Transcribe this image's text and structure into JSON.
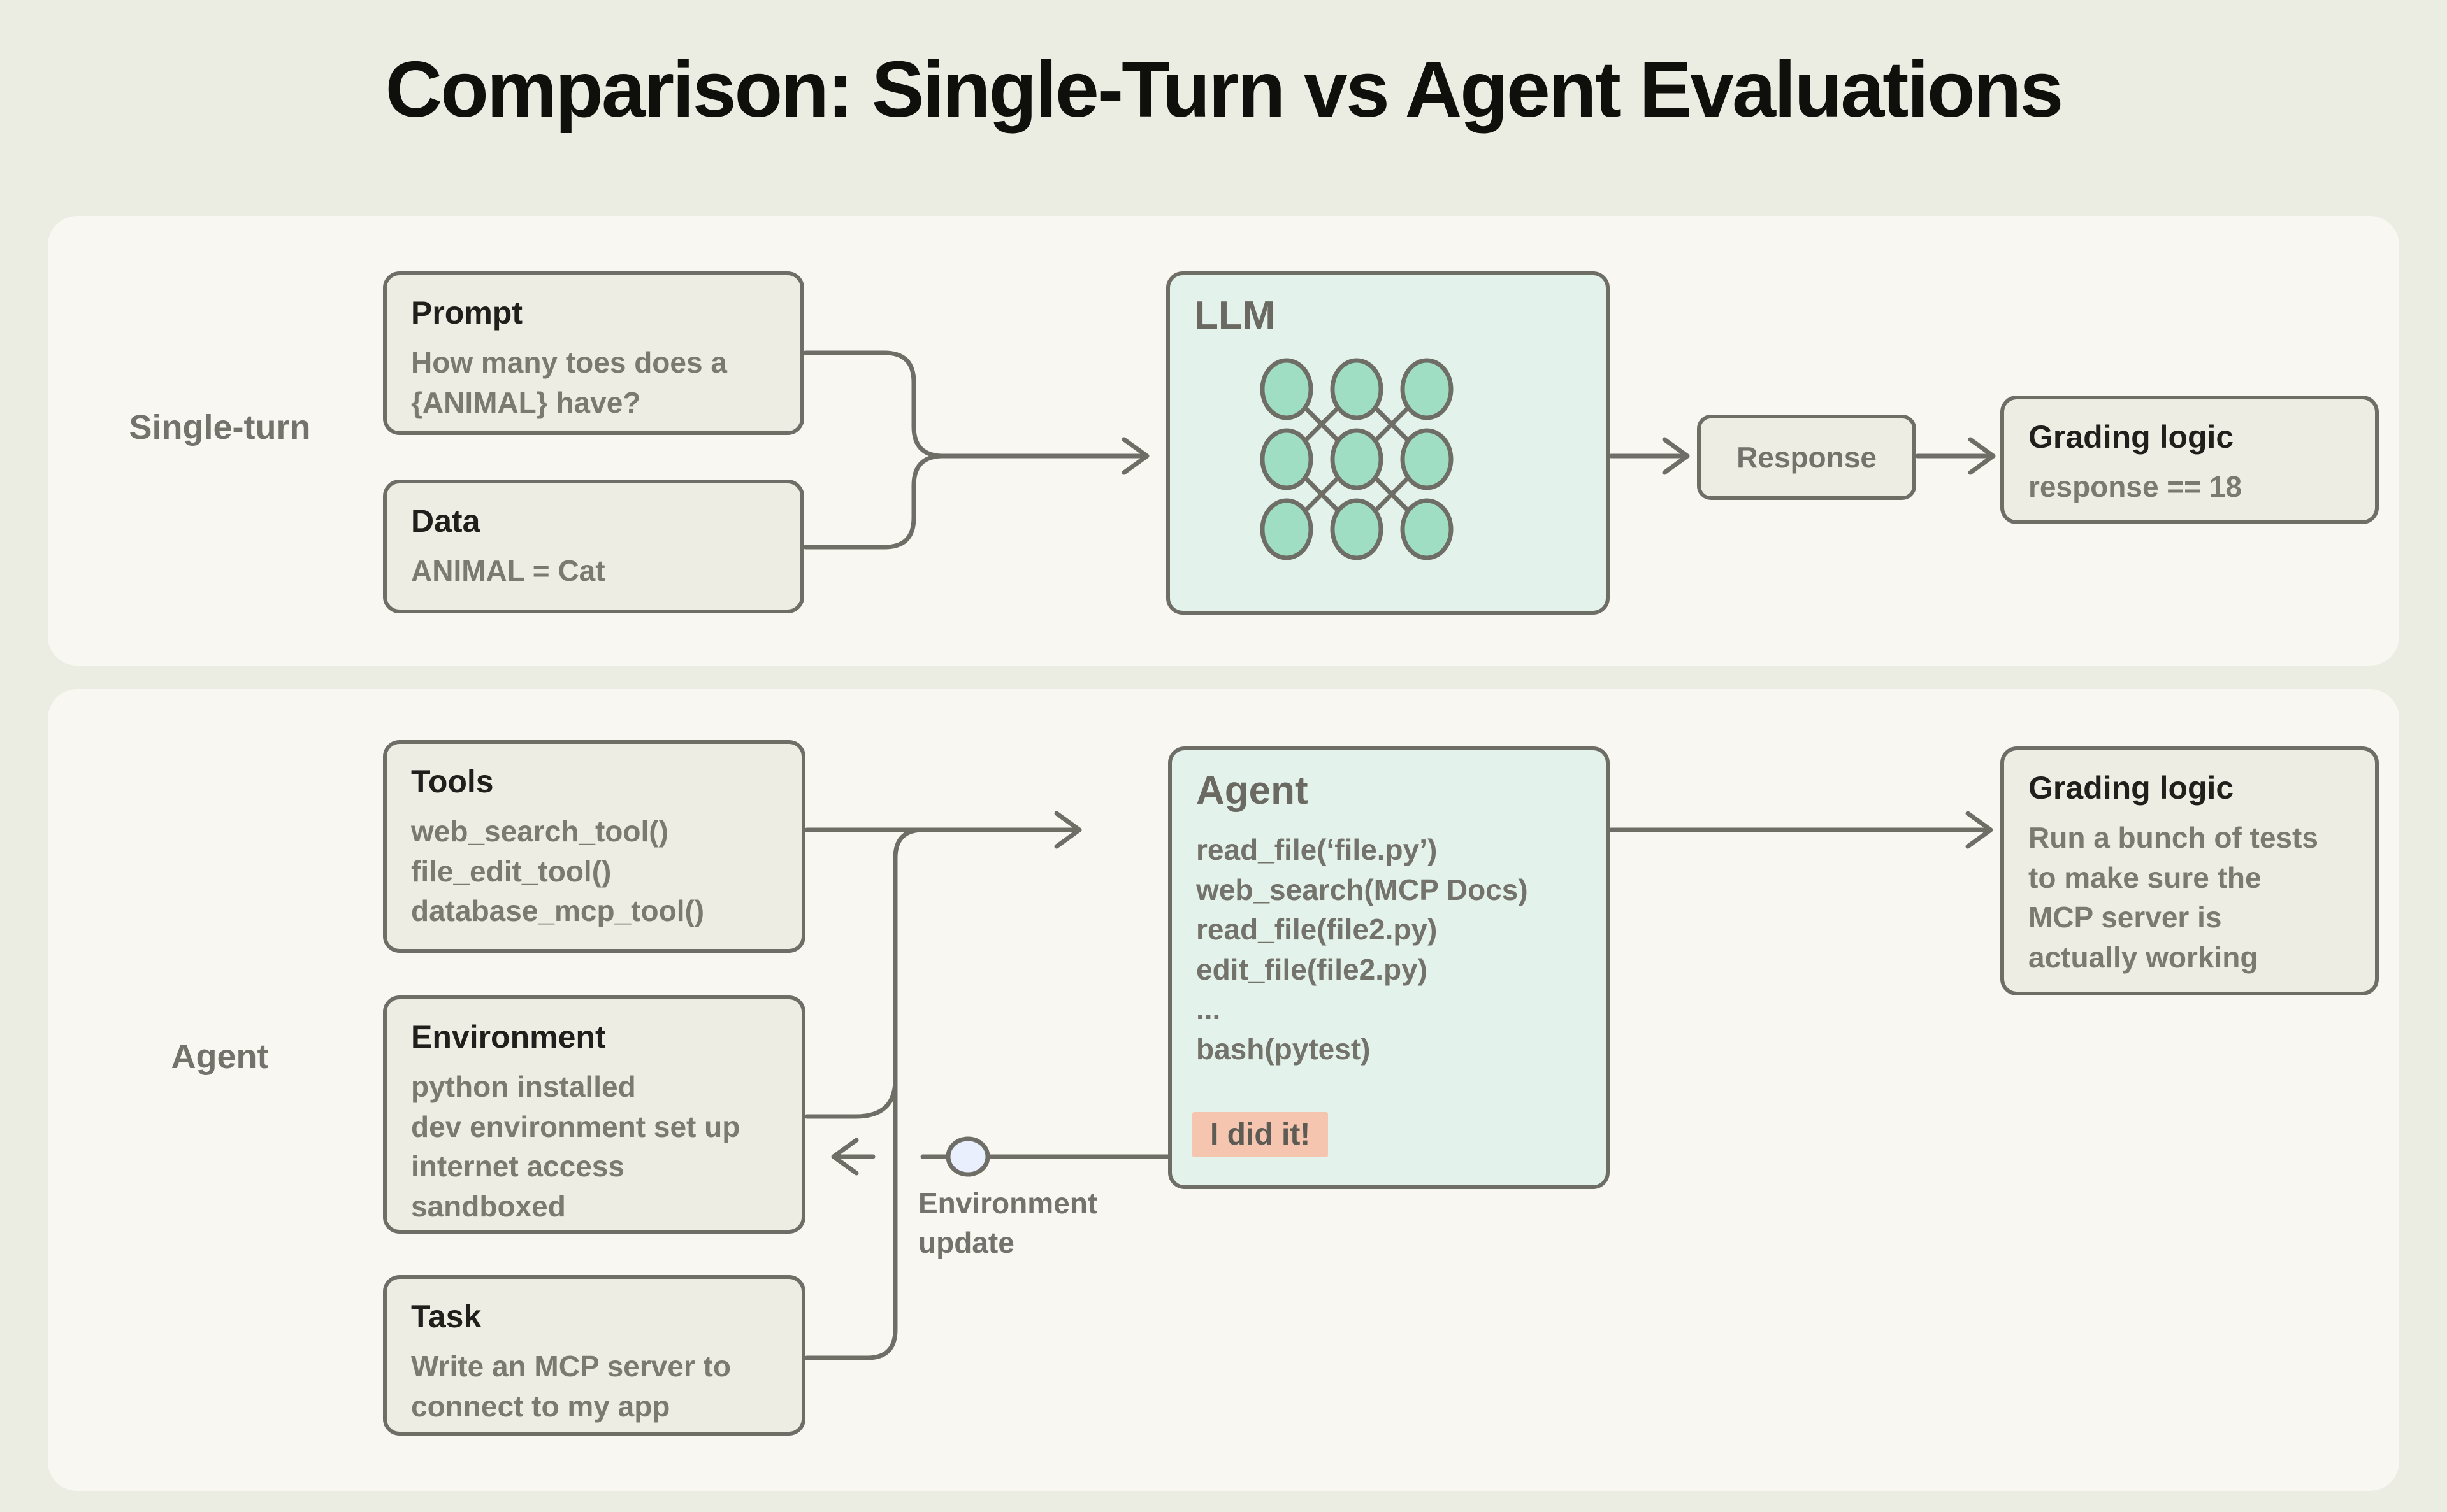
{
  "title": "Comparison: Single-Turn vs Agent Evaluations",
  "single_turn": {
    "label": "Single-turn",
    "prompt_box": {
      "title": "Prompt",
      "body": "How many toes does a\n{ANIMAL} have?"
    },
    "data_box": {
      "title": "Data",
      "body": "ANIMAL = Cat"
    },
    "llm_box": {
      "title": "LLM"
    },
    "response_box": {
      "label": "Response"
    },
    "grading_box": {
      "title": "Grading logic",
      "body": "response == 18"
    }
  },
  "agent": {
    "label": "Agent",
    "tools_box": {
      "title": "Tools",
      "lines": [
        "web_search_tool()",
        "file_edit_tool()",
        "database_mcp_tool()"
      ]
    },
    "environment_box": {
      "title": "Environment",
      "lines": [
        "python installed",
        "dev environment set up",
        "internet access",
        "sandboxed"
      ]
    },
    "task_box": {
      "title": "Task",
      "body": "Write an MCP server to\nconnect to my app"
    },
    "agent_box": {
      "title": "Agent",
      "actions": [
        "read_file(‘file.py’)",
        "web_search(MCP Docs)",
        "read_file(file2.py)",
        "edit_file(file2.py)",
        "...",
        "bash(pytest)"
      ],
      "result_badge": "I did it!"
    },
    "grading_box": {
      "title": "Grading logic",
      "body": "Run a bunch of tests\nto make sure the\nMCP server is\nactually working"
    },
    "environment_update_label": "Environment update"
  },
  "colors": {
    "background": "#ebece2",
    "panel": "#f9f7f1",
    "box_fill": "#eeede3",
    "box_border": "#6e6e66",
    "mint_fill": "#e3f2ea",
    "network_node_fill": "#9fdec3",
    "badge_fill": "#f6c5b0",
    "update_node_fill": "#e9effc",
    "title_text": "#0f0f0c",
    "body_text": "#7b7a71"
  }
}
